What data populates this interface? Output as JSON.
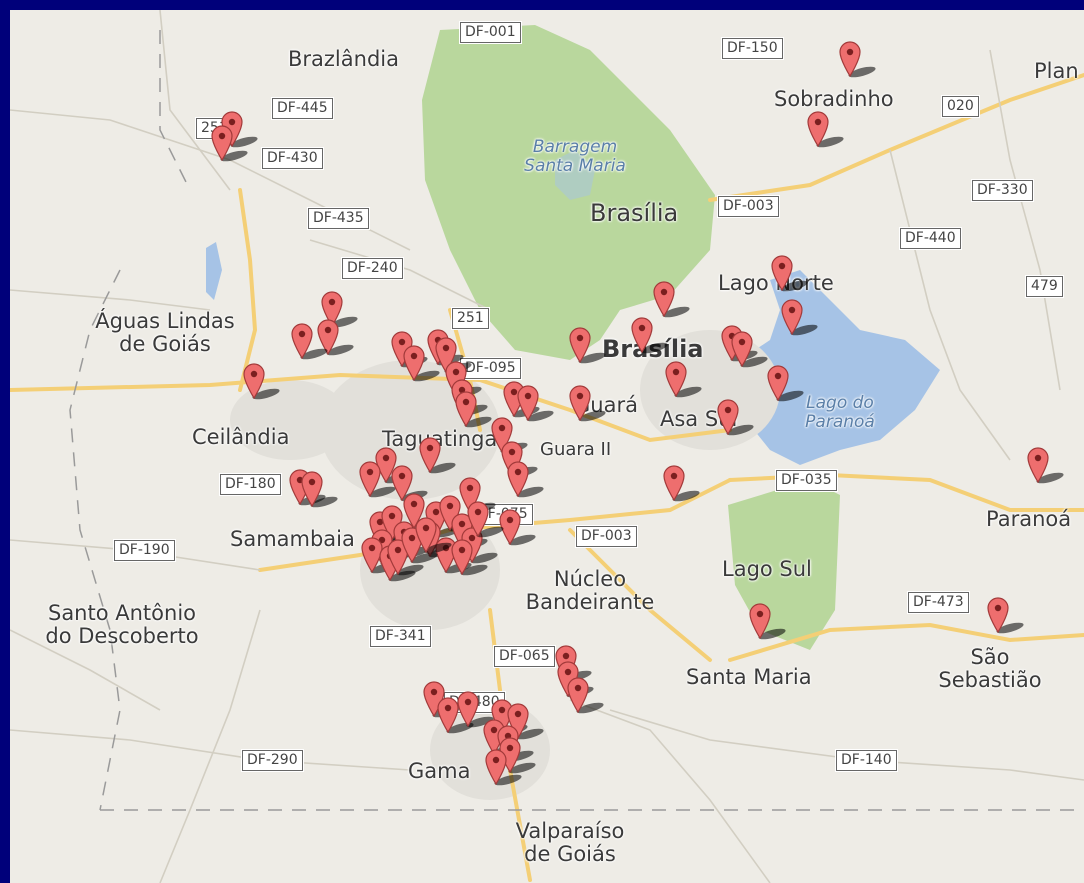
{
  "colors": {
    "frame": "#00007a",
    "land": "#eeece6",
    "park": "#b9d79d",
    "water": "#a6c3e6",
    "road": "#f4cf76",
    "marker": "#ee6e6e"
  },
  "icons": {
    "marker": "map-pin-icon"
  },
  "places": {
    "brazlandia": "Brazlândia",
    "aguas_lindas_1": "Águas Lindas",
    "aguas_lindas_2": "de Goiás",
    "ceilandia": "Ceilândia",
    "taguatinga": "Taguatinga",
    "samambaia": "Samambaia",
    "santo_antonio_1": "Santo Antônio",
    "santo_antonio_2": "do Descoberto",
    "gama": "Gama",
    "valparaiso_1": "Valparaíso",
    "valparaiso_2": "de Goiás",
    "nucleo_1": "Núcleo",
    "nucleo_2": "Bandeirante",
    "guara": "Guará",
    "guara_ii": "Guara II",
    "brasilia_city": "Brasília",
    "brasilia_center": "Brasília",
    "asa_sul": "Asa Sul",
    "lago_norte": "Lago Norte",
    "lago_sul": "Lago Sul",
    "santa_maria": "Santa Maria",
    "sao_1": "São",
    "sao_2": "Sebastião",
    "paranoa": "Paranoá",
    "sobradinho": "Sobradinho",
    "planaltina": "Plan",
    "barragem_1": "Barragem",
    "barragem_2": "Santa Maria",
    "lago_paranoa_1": "Lago do",
    "lago_paranoa_2": "Paranoá"
  },
  "roads": {
    "df001": "DF-001",
    "df150": "DF-150",
    "df445": "DF-445",
    "r251a": "251",
    "df430": "DF-430",
    "r020": "020",
    "df330": "DF-330",
    "df003a": "DF-003",
    "df435": "DF-435",
    "df440": "DF-440",
    "df240": "DF-240",
    "r479": "479",
    "r251b": "251",
    "df095": "DF-095",
    "df180": "DF-180",
    "df035": "DF-035",
    "df075": "DF-075",
    "df003b": "DF-003",
    "df190": "DF-190",
    "df473": "DF-473",
    "df341": "DF-341",
    "df065": "DF-065",
    "df480": "DF-480",
    "df290": "DF-290",
    "df140": "DF-140"
  }
}
